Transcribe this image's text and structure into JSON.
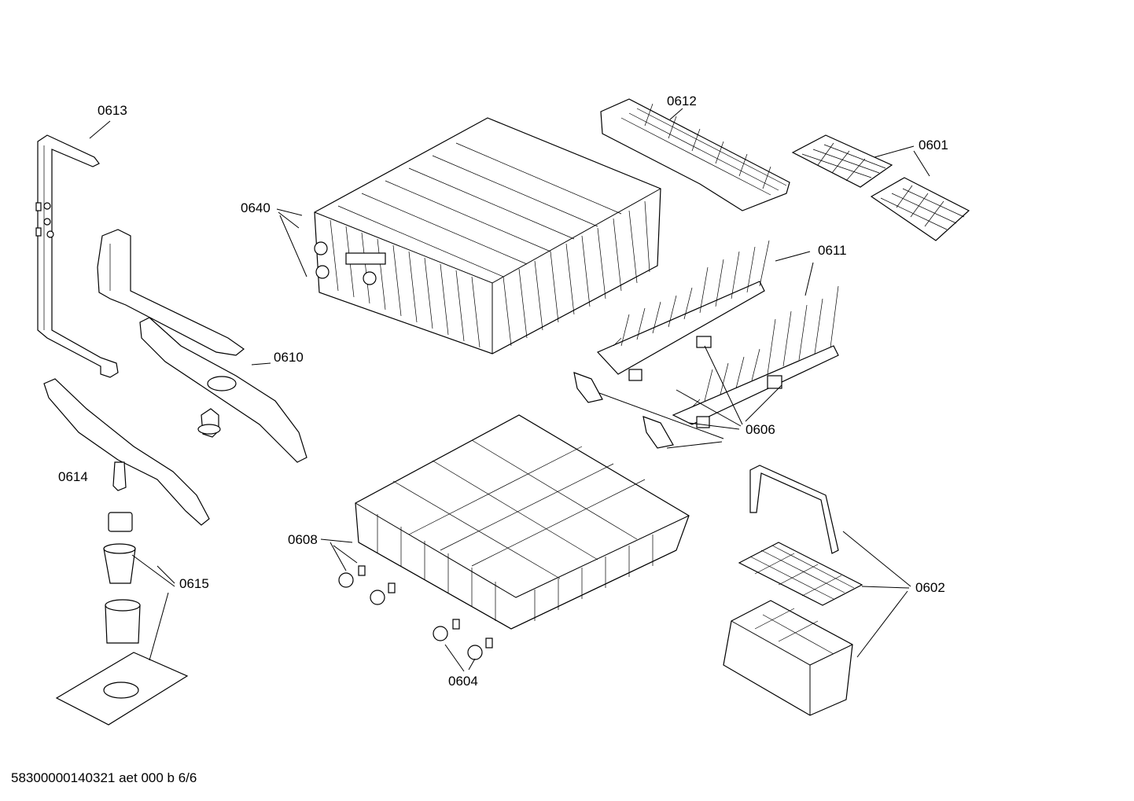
{
  "labels": {
    "p0613": "0613",
    "p0640": "0640",
    "p0612": "0612",
    "p0601": "0601",
    "p0611": "0611",
    "p0610": "0610",
    "p0606": "0606",
    "p0614": "0614",
    "p0608": "0608",
    "p0615": "0615",
    "p0602": "0602",
    "p0604": "0604"
  },
  "footer": "58300000140321 aet 000 b 6/6"
}
